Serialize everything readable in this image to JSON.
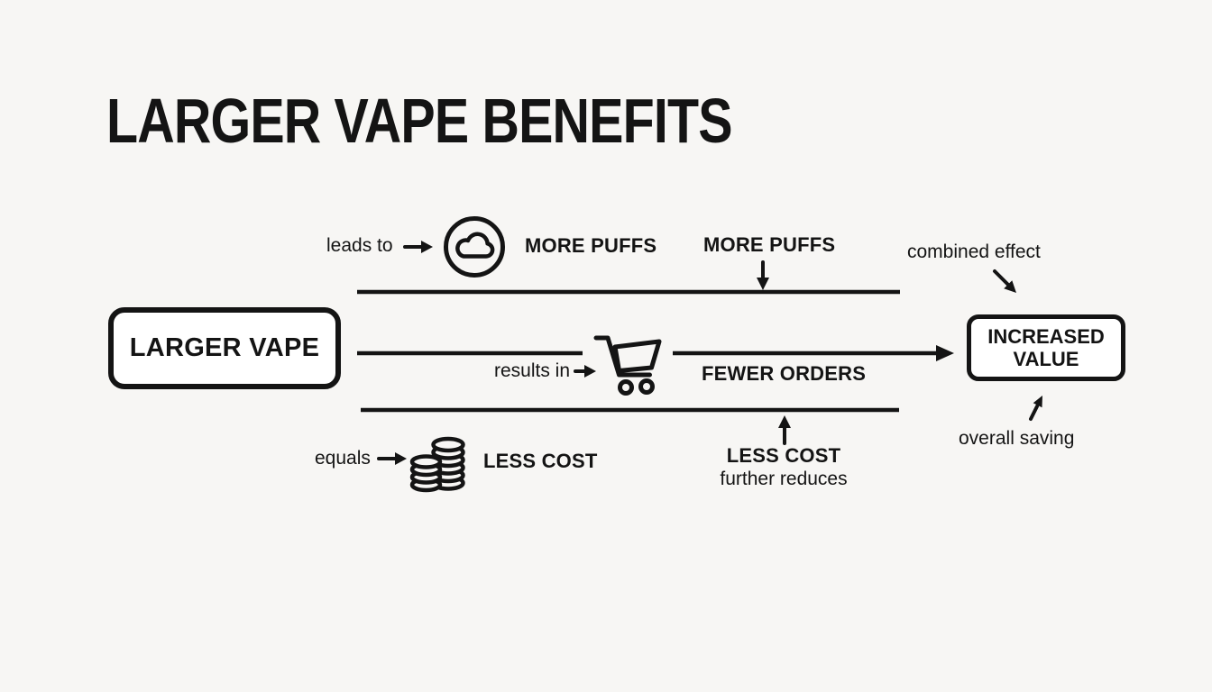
{
  "title": "LARGER VAPE BENEFITS",
  "source_node": {
    "label": "LARGER VAPE"
  },
  "result_node": {
    "label": "INCREASED VALUE"
  },
  "rows": {
    "puffs": {
      "relation": "leads to",
      "icon": "cloud-icon",
      "benefit": "MORE PUFFS",
      "effect": "MORE PUFFS"
    },
    "orders": {
      "relation": "results in",
      "icon": "cart-icon",
      "benefit": "FEWER ORDERS"
    },
    "cost": {
      "relation": "equals",
      "icon": "coins-icon",
      "benefit": "LESS COST",
      "effect": "LESS COST",
      "effect_note": "further reduces"
    }
  },
  "annotations": {
    "combined_effect": "combined effect",
    "overall_saving": "overall saving"
  },
  "colors": {
    "ink": "#141414",
    "background": "#f7f6f4",
    "node_fill": "#ffffff"
  }
}
